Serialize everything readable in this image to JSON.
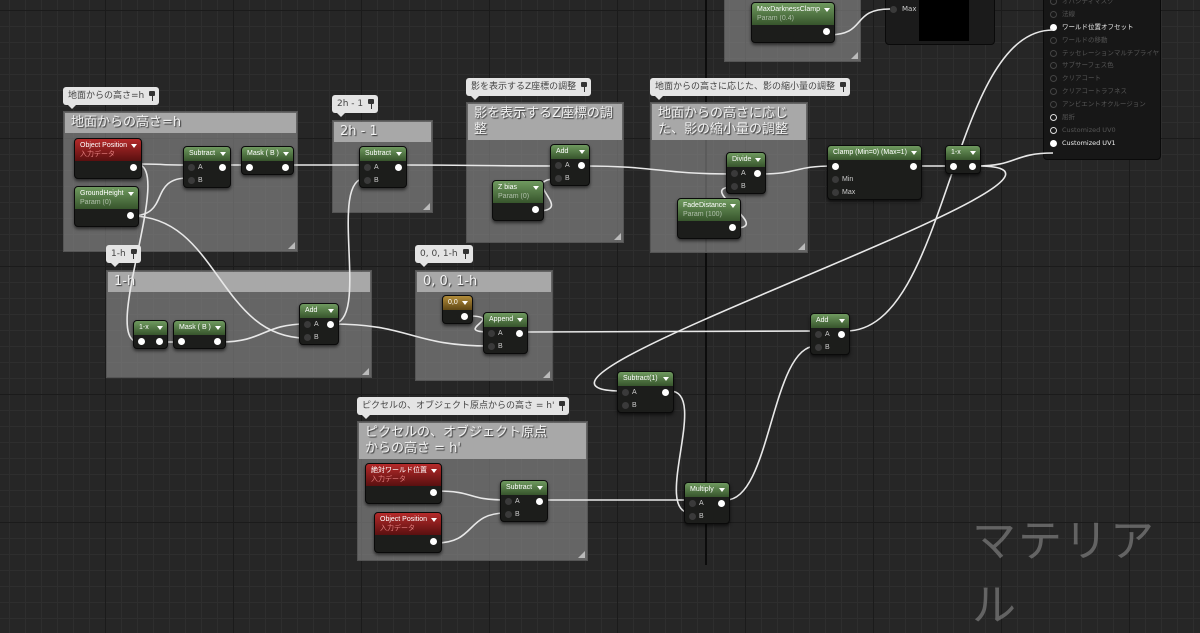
{
  "comments": {
    "h": {
      "title": "地面からの高さ=h",
      "bubble": "地面からの高さ=h"
    },
    "twoh": {
      "title": "2h - 1",
      "bubble": "2h - 1"
    },
    "zadj": {
      "title": "影を表示するZ座標の調整",
      "bubble": "影を表示するZ座標の調整"
    },
    "fade": {
      "title": "地面からの高さに応じた、影の縮小量の調整",
      "bubble": "地面からの高さに応じた、影の縮小量の調整"
    },
    "oneh": {
      "title": "1-h",
      "bubble": "1-h"
    },
    "append": {
      "title": "0, 0, 1-h",
      "bubble": "0, 0, 1-h"
    },
    "pixel": {
      "title": "ピクセルの、オブジェクト原点からの高さ = h'",
      "bubble": "ピクセルの、オブジェクト原点からの高さ = h'"
    }
  },
  "nodes": {
    "objpos1": {
      "title": "Object Position",
      "sub": "入力データ",
      "color": "red",
      "inputs": [],
      "out": true
    },
    "ground": {
      "title": "GroundHeight",
      "sub": "Param (0)",
      "color": "green",
      "inputs": [],
      "out": true
    },
    "sub1": {
      "title": "Subtract",
      "color": "green",
      "inputs": [
        "A",
        "B"
      ],
      "out": true
    },
    "mask1": {
      "title": "Mask ( B )",
      "color": "green",
      "inputs": [
        ""
      ],
      "out": true
    },
    "sub2": {
      "title": "Subtract",
      "color": "green",
      "inputs": [
        "A",
        "B"
      ],
      "out": true
    },
    "add1": {
      "title": "Add",
      "color": "green",
      "inputs": [
        "A",
        "B"
      ],
      "out": true
    },
    "zbias": {
      "title": "Z bias",
      "sub": "Param (0)",
      "color": "green",
      "inputs": [],
      "out": true
    },
    "divide": {
      "title": "Divide",
      "color": "green",
      "inputs": [
        "A",
        "B"
      ],
      "out": true
    },
    "fadedist": {
      "title": "FadeDistance",
      "sub": "Param (100)",
      "color": "green",
      "inputs": [],
      "out": true
    },
    "clamp": {
      "title": "Clamp (Min=0) (Max=1)",
      "color": "green",
      "inputs": [
        "",
        "Min",
        "Max"
      ],
      "out": true
    },
    "oneminus2": {
      "title": "1-x",
      "color": "green",
      "inputs": [
        ""
      ],
      "out": true
    },
    "maxdark": {
      "title": "MaxDarknessClamp",
      "sub": "Param (0.4)",
      "color": "green",
      "inputs": [],
      "out": true
    },
    "oneminus1": {
      "title": "1-x",
      "color": "green",
      "inputs": [
        ""
      ],
      "out": true
    },
    "mask2": {
      "title": "Mask ( B )",
      "color": "green",
      "inputs": [
        ""
      ],
      "out": true
    },
    "add2": {
      "title": "Add",
      "color": "green",
      "inputs": [
        "A",
        "B"
      ],
      "out": true
    },
    "const00": {
      "title": "0,0",
      "color": "gold",
      "inputs": [],
      "out": true
    },
    "appendnode": {
      "title": "Append",
      "color": "green",
      "inputs": [
        "A",
        "B"
      ],
      "out": true
    },
    "add3": {
      "title": "Add",
      "color": "green",
      "inputs": [
        "A",
        "B"
      ],
      "out": true
    },
    "sub1x": {
      "title": "Subtract(1)",
      "color": "green",
      "inputs": [
        "A",
        "B"
      ],
      "out": true
    },
    "absworld": {
      "title": "絶対ワールド位置",
      "sub": "入力データ",
      "color": "red",
      "inputs": [],
      "out": true
    },
    "objpos2": {
      "title": "Object Position",
      "sub": "入力データ",
      "color": "red",
      "inputs": [],
      "out": true
    },
    "sub3": {
      "title": "Subtract",
      "color": "green",
      "inputs": [
        "A",
        "B"
      ],
      "out": true
    },
    "multiply": {
      "title": "Multiply",
      "color": "green",
      "inputs": [
        "A",
        "B"
      ],
      "out": true
    }
  },
  "material_output": {
    "max_label": "Max"
  },
  "output_pins": [
    {
      "label": "オパシティマスク",
      "state": "off"
    },
    {
      "label": "法線",
      "state": "off"
    },
    {
      "label": "ワールド位置オフセット",
      "state": "on"
    },
    {
      "label": "ワールドの移動",
      "state": "off"
    },
    {
      "label": "テッセレーションマルチプライヤ",
      "state": "off"
    },
    {
      "label": "サブサーフェス色",
      "state": "off"
    },
    {
      "label": "クリアコート",
      "state": "off"
    },
    {
      "label": "クリアコートラフネス",
      "state": "off"
    },
    {
      "label": "アンビエントオクルージョン",
      "state": "off"
    },
    {
      "label": "屈折",
      "state": "ring"
    },
    {
      "label": "Customized UV0",
      "state": "ring"
    },
    {
      "label": "Customized UV1",
      "state": "on"
    }
  ],
  "watermark": "マテリアル",
  "colors": {
    "graph_bg": "#262626",
    "comment": "#8c8c8c",
    "node_green": "#4f7a42",
    "node_red": "#9a1f1f",
    "node_gold": "#9a7a2f"
  }
}
